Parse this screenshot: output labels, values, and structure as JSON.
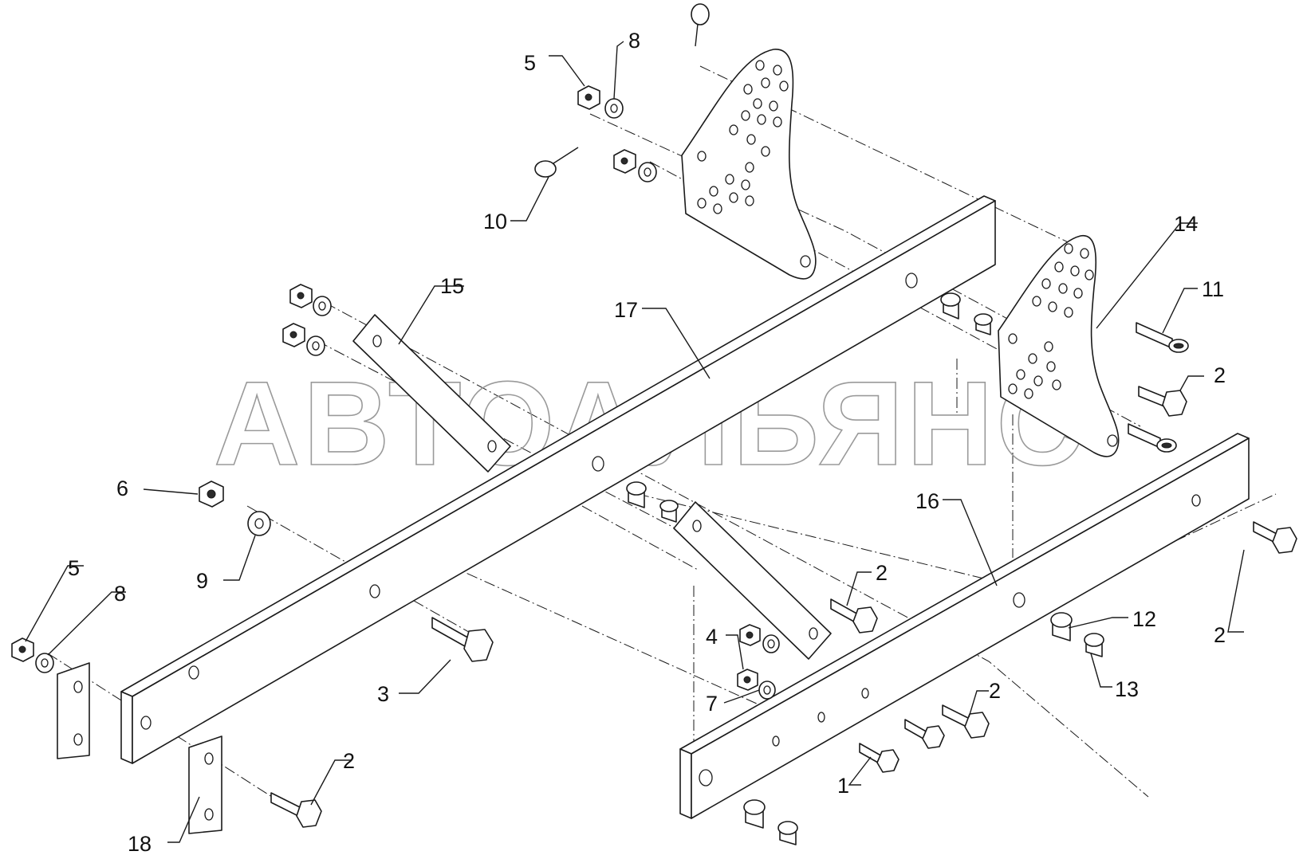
{
  "watermark": "АВТОАЛЬЯНС",
  "callouts": {
    "c1": "1",
    "c2a": "2",
    "c2b": "2",
    "c2c": "2",
    "c2d": "2",
    "c2e": "2",
    "c3": "3",
    "c4": "4",
    "c5a": "5",
    "c5b": "5",
    "c6": "6",
    "c7": "7",
    "c8a": "8",
    "c8b": "8",
    "c9": "9",
    "c10": "10",
    "c11": "11",
    "c12": "12",
    "c13": "13",
    "c14": "14",
    "c15": "15",
    "c16": "16",
    "c17": "17",
    "c18": "18"
  },
  "colors": {
    "line": "#1a1a1a",
    "watermark": "#9a9a9a",
    "background": "#ffffff"
  }
}
